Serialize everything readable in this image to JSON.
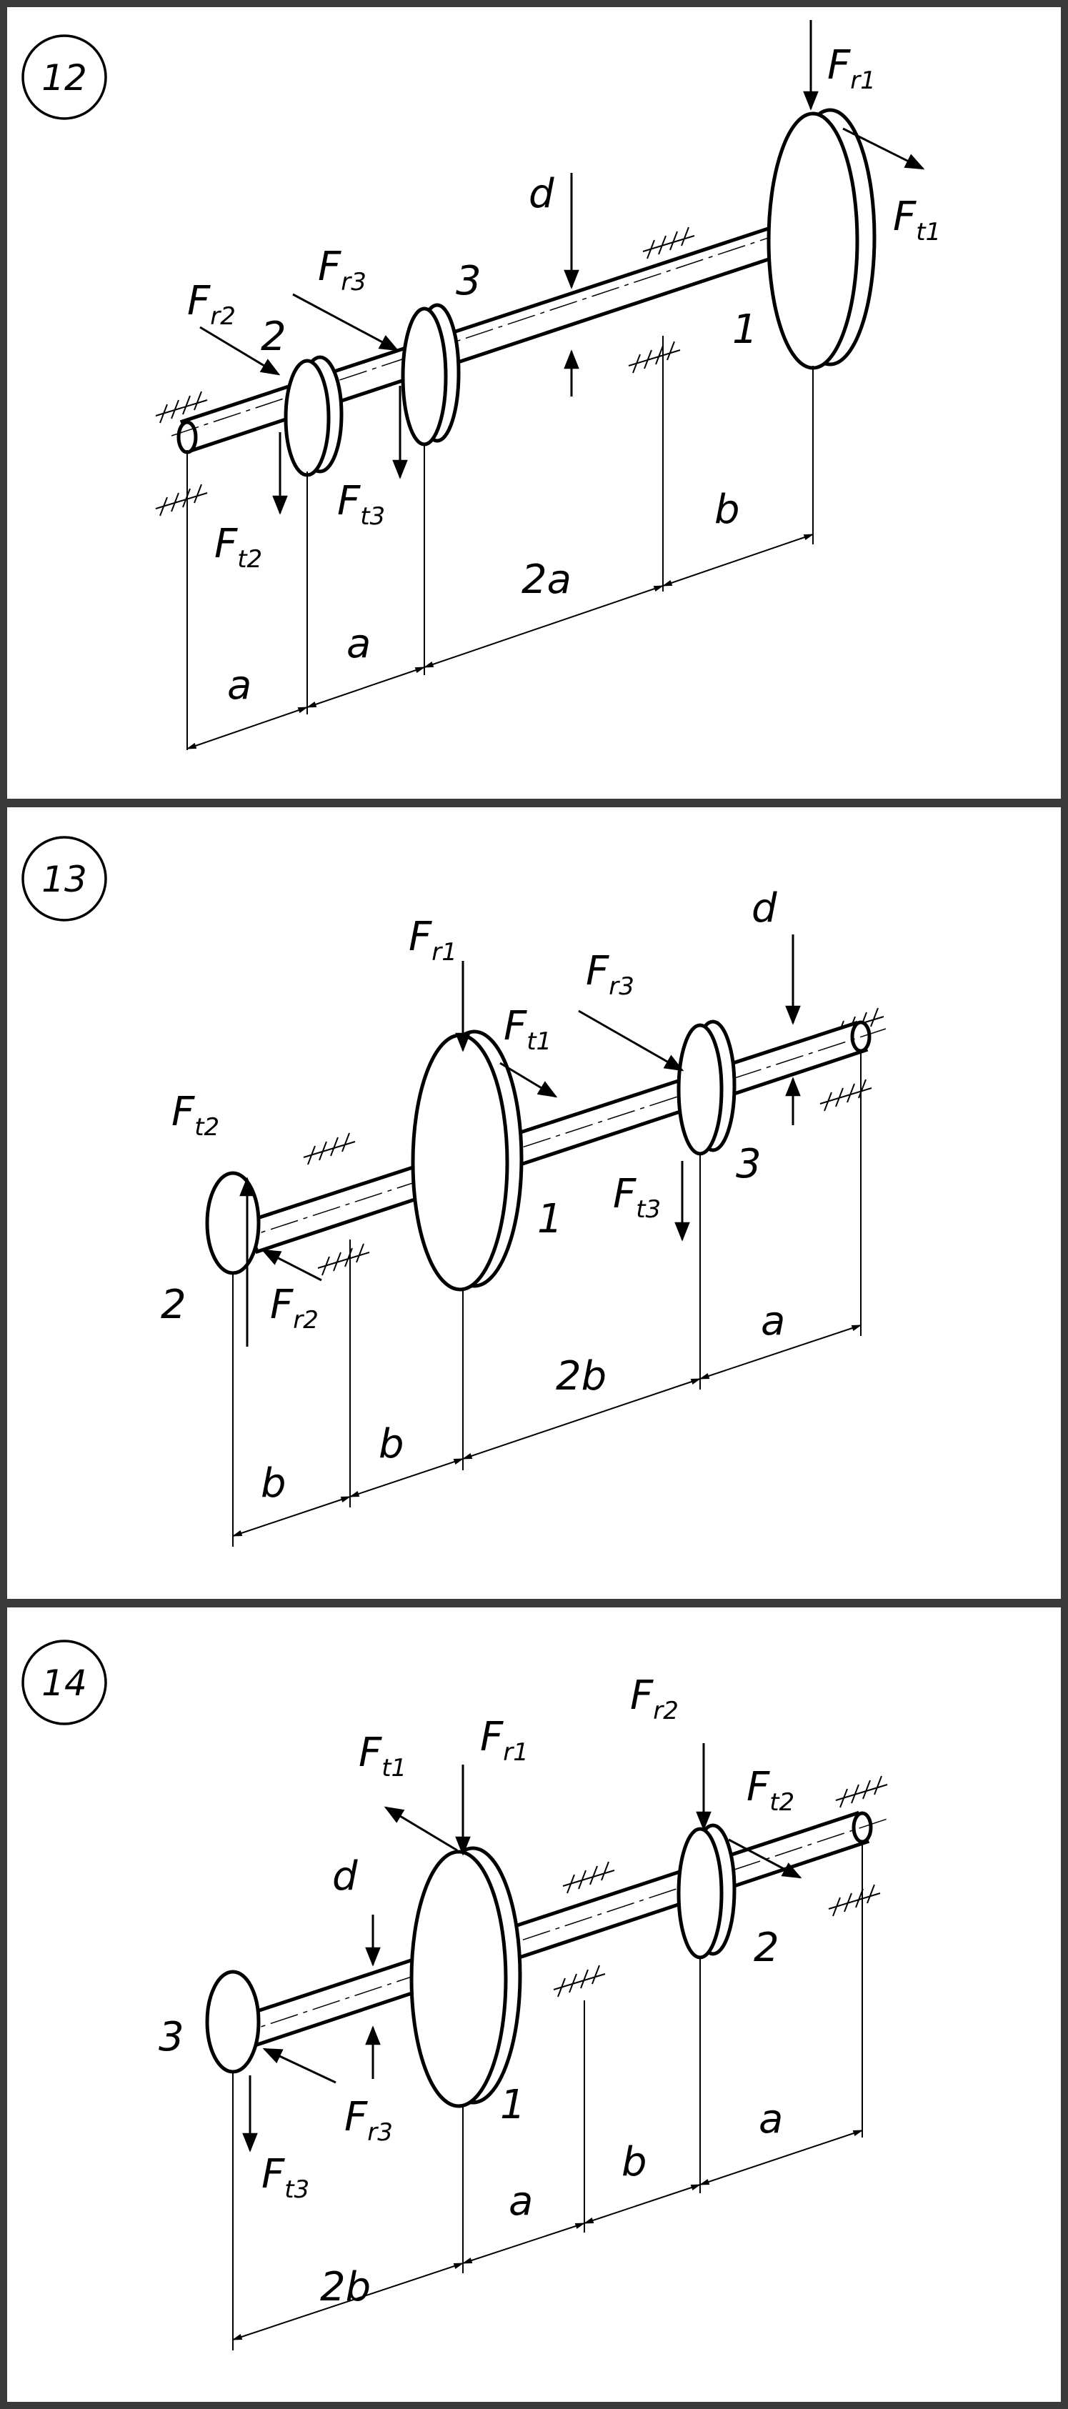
{
  "panels": [
    {
      "id": "12",
      "labels": {
        "Fr1": {
          "main": "F",
          "sub": "r1"
        },
        "Ft1": {
          "main": "F",
          "sub": "t1"
        },
        "Fr2": {
          "main": "F",
          "sub": "r2"
        },
        "Ft2": {
          "main": "F",
          "sub": "t2"
        },
        "Fr3": {
          "main": "F",
          "sub": "r3"
        },
        "Ft3": {
          "main": "F",
          "sub": "t3"
        },
        "d": "d",
        "disk1": "1",
        "disk2": "2",
        "disk3": "3",
        "dims": [
          "a",
          "a",
          "2a",
          "b"
        ]
      }
    },
    {
      "id": "13",
      "labels": {
        "Fr1": {
          "main": "F",
          "sub": "r1"
        },
        "Ft1": {
          "main": "F",
          "sub": "t1"
        },
        "Fr2": {
          "main": "F",
          "sub": "r2"
        },
        "Ft2": {
          "main": "F",
          "sub": "t2"
        },
        "Fr3": {
          "main": "F",
          "sub": "r3"
        },
        "Ft3": {
          "main": "F",
          "sub": "t3"
        },
        "d": "d",
        "disk1": "1",
        "disk2": "2",
        "disk3": "3",
        "dims": [
          "b",
          "b",
          "2b",
          "a"
        ]
      }
    },
    {
      "id": "14",
      "labels": {
        "Fr1": {
          "main": "F",
          "sub": "r1"
        },
        "Ft1": {
          "main": "F",
          "sub": "t1"
        },
        "Fr2": {
          "main": "F",
          "sub": "r2"
        },
        "Ft2": {
          "main": "F",
          "sub": "t2"
        },
        "Fr3": {
          "main": "F",
          "sub": "r3"
        },
        "Ft3": {
          "main": "F",
          "sub": "t3"
        },
        "d": "d",
        "disk1": "1",
        "disk2": "2",
        "disk3": "3",
        "dims": [
          "2b",
          "a",
          "b",
          "a"
        ]
      }
    }
  ]
}
